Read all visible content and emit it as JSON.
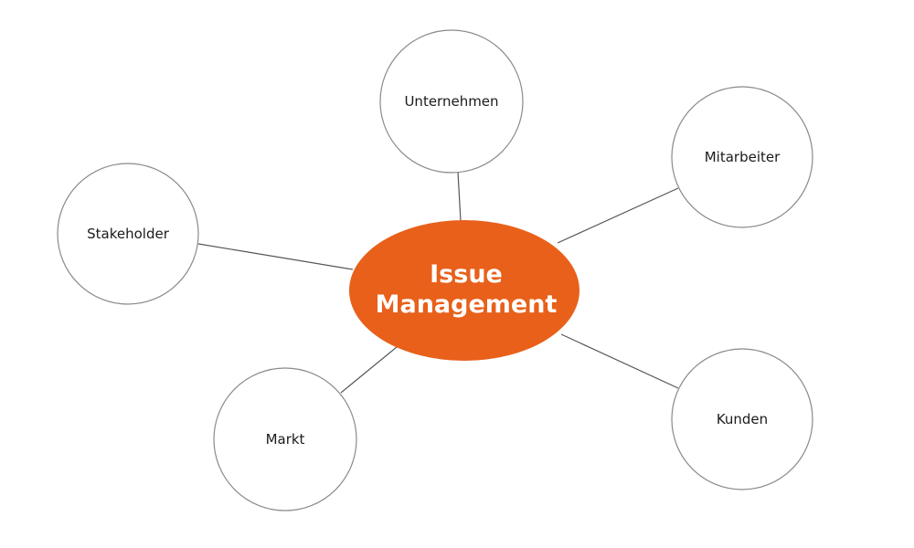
{
  "center": {
    "line1": "Issue",
    "line2": "Management",
    "fill_color": "#e8601a"
  },
  "nodes": {
    "unternehmen": "Unternehmen",
    "mitarbeiter": "Mitarbeiter",
    "stakeholder": "Stakeholder",
    "kunden": "Kunden",
    "markt": "Markt"
  },
  "colors": {
    "line": "#555555",
    "circle_stroke": "#8a8a8a",
    "text": "#1a1a1a",
    "center_text": "#ffffff"
  }
}
